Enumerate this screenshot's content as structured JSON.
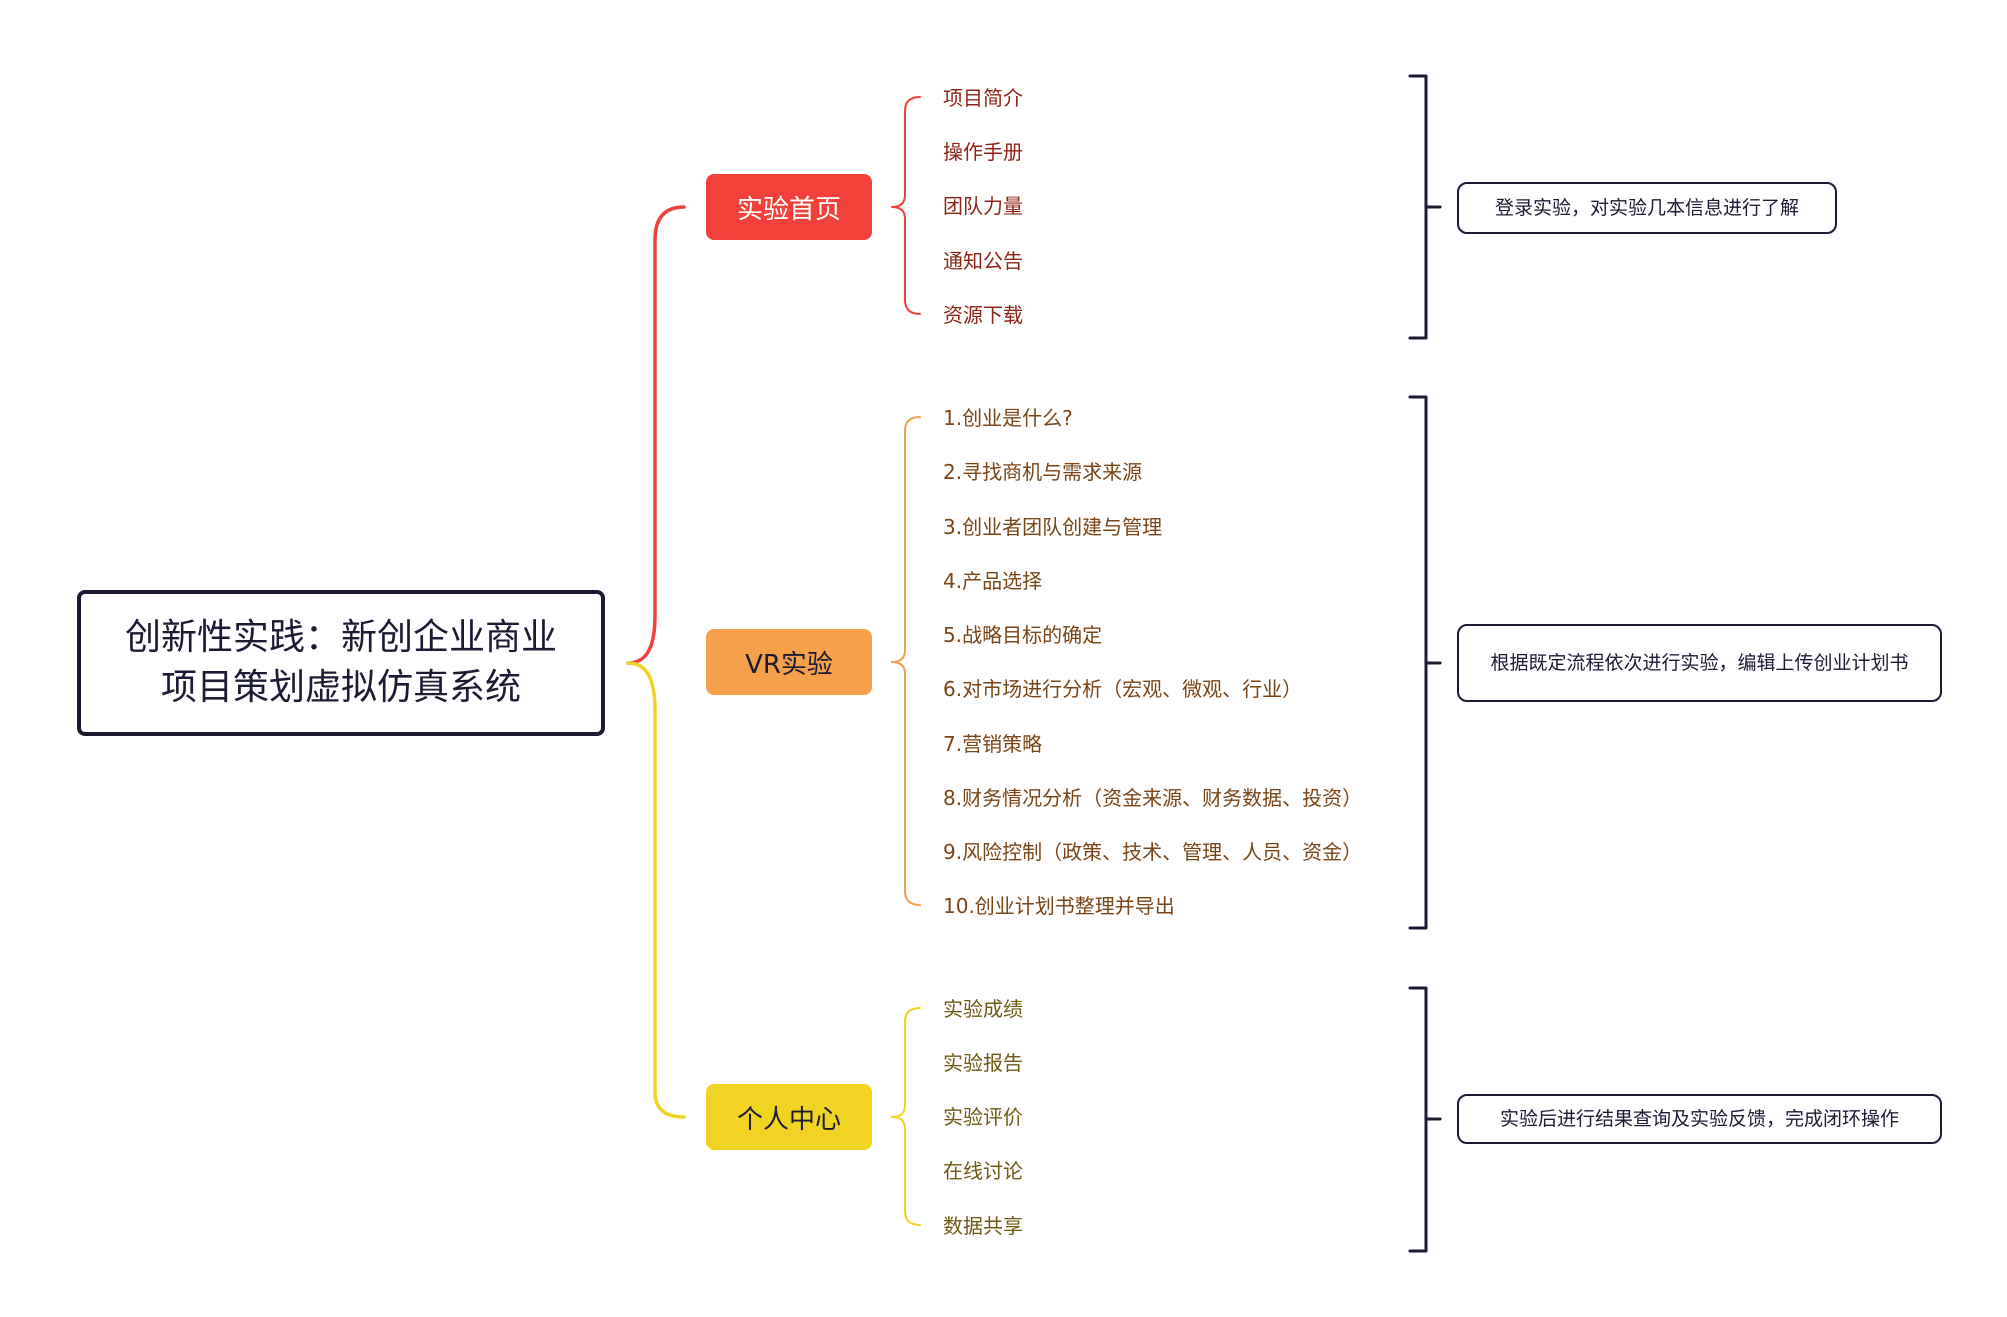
{
  "root": {
    "line1": "创新性实践：新创企业商业",
    "line2": "项目策划虚拟仿真系统"
  },
  "branches": [
    {
      "label": "实验首页",
      "color": "#f2413a",
      "leaf_color": "#8e2418",
      "leaves": [
        "项目简介",
        "操作手册",
        "团队力量",
        "通知公告",
        "资源下载"
      ],
      "note": "登录实验，对实验几本信息进行了解"
    },
    {
      "label": "VR实验",
      "color": "#f5a04a",
      "leaf_color": "#7a4516",
      "leaves": [
        "1.创业是什么?",
        "2.寻找商机与需求来源",
        "3.创业者团队创建与管理",
        "4.产品选择",
        "5.战略目标的确定",
        "6.对市场进行分析（宏观、微观、行业）",
        "7.营销策略",
        "8.财务情况分析（资金来源、财务数据、投资）",
        "9.风险控制（政策、技术、管理、人员、资金）",
        "10.创业计划书整理并导出"
      ],
      "note": "根据既定流程依次进行实验，编辑上传创业计划书"
    },
    {
      "label": "个人中心",
      "color": "#f1d323",
      "leaf_color": "#6e5a12",
      "leaves": [
        "实验成绩",
        "实验报告",
        "实验评价",
        "在线讨论",
        "数据共享"
      ],
      "note": "实验后进行结果查询及实验反馈，完成闭环操作"
    }
  ],
  "colors": {
    "dark": "#1b1b33",
    "background": "#ffffff"
  }
}
